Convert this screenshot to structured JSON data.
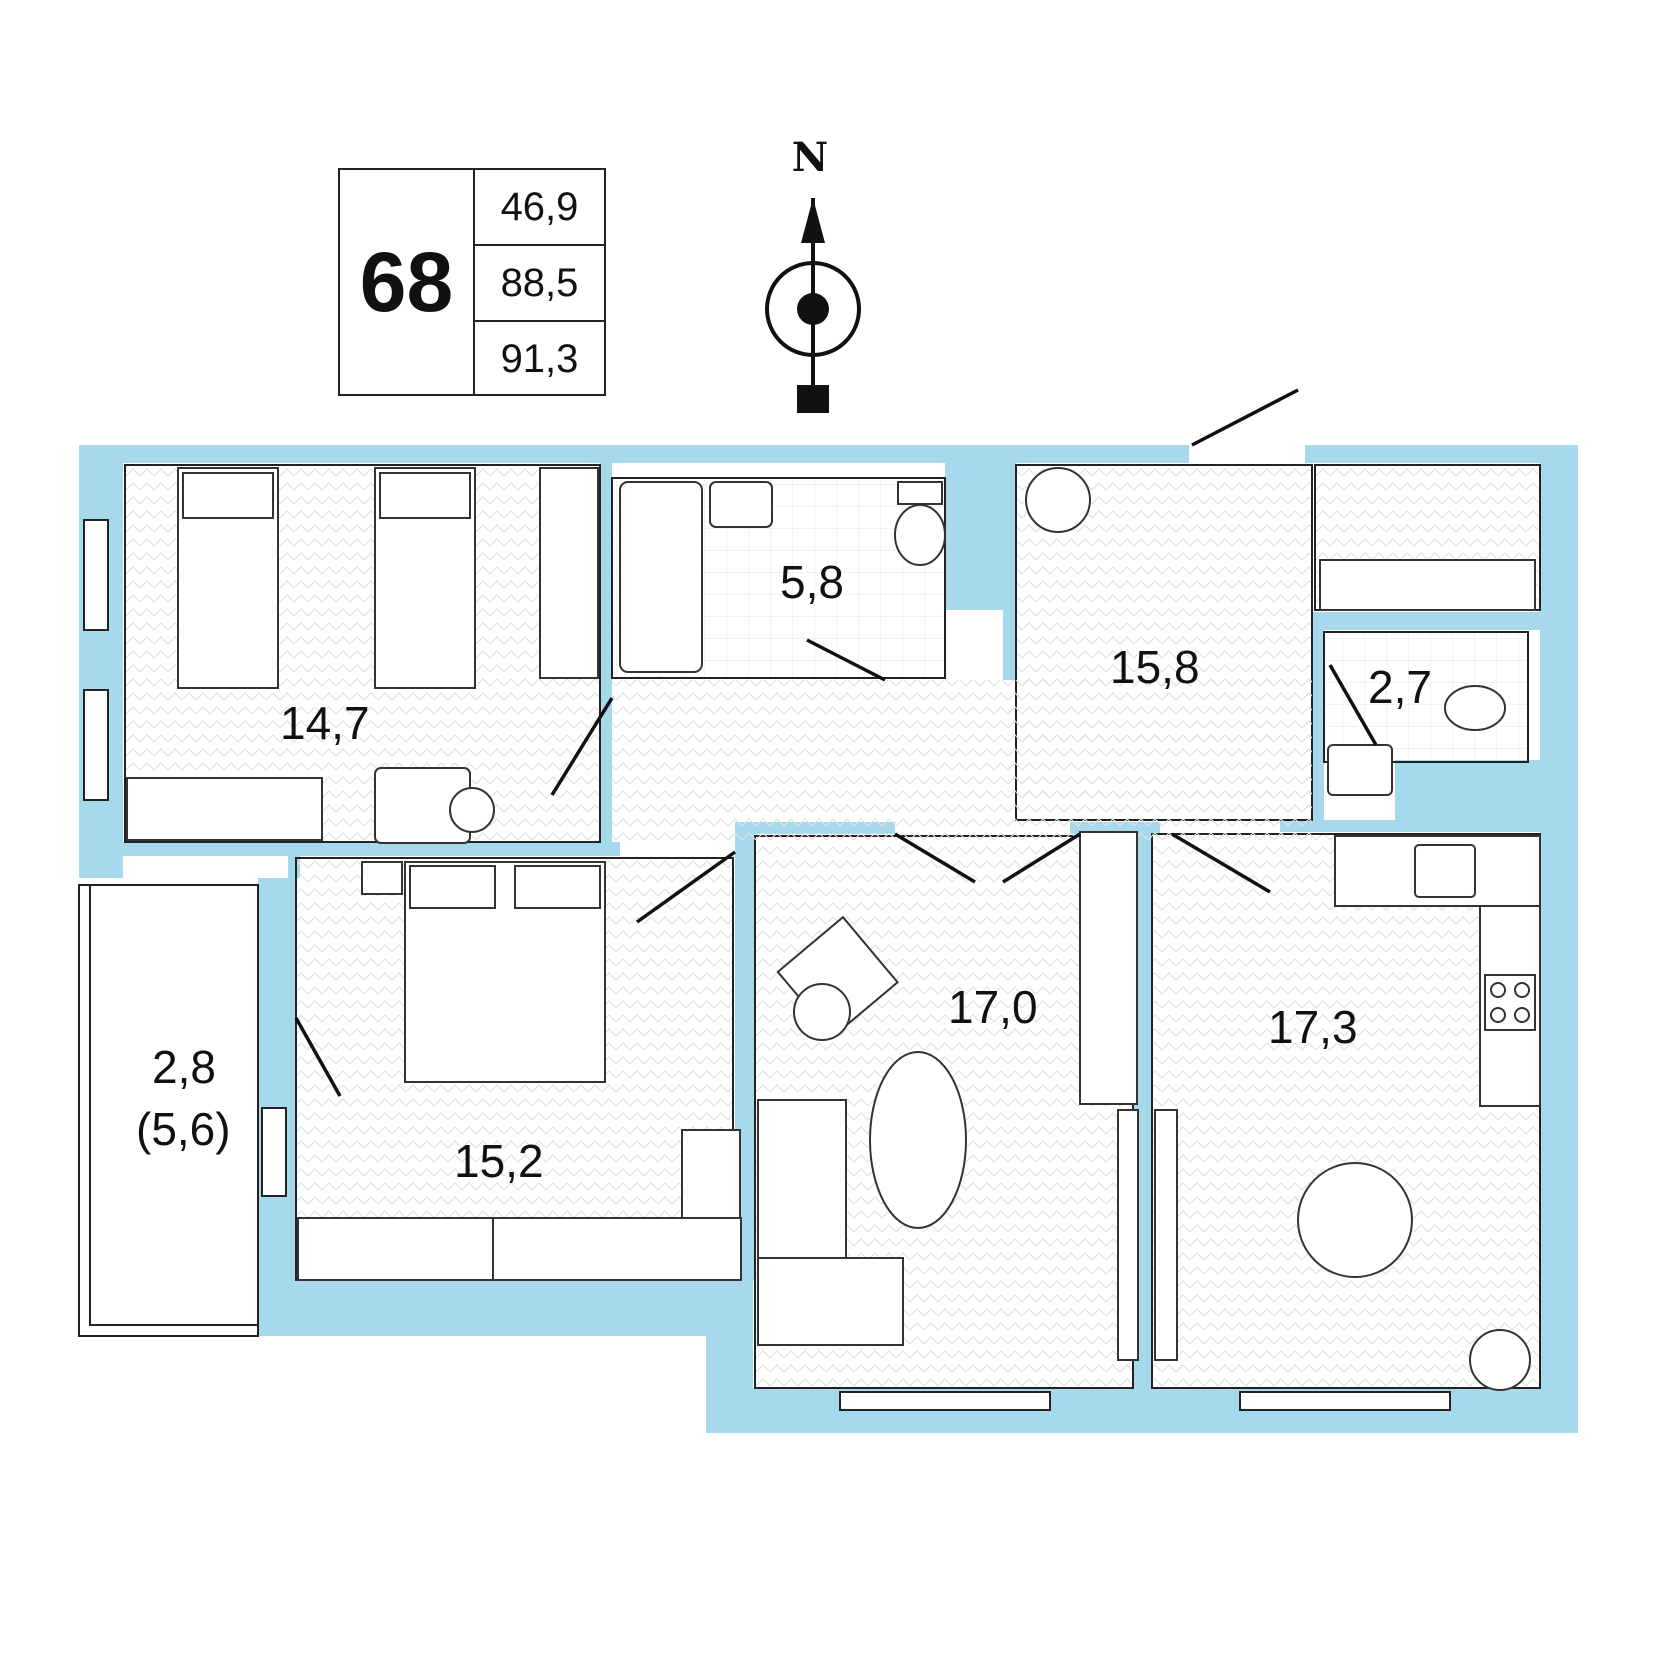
{
  "apartment": {
    "number": "68",
    "areas": [
      "46,9",
      "88,5",
      "91,3"
    ]
  },
  "compass": {
    "label": "N"
  },
  "rooms": {
    "bedroom_kids": "14,7",
    "bathroom": "5,8",
    "hallway": "15,8",
    "wc": "2,7",
    "bedroom_master": "15,2",
    "living_room": "17,0",
    "kitchen": "17,3",
    "balcony": "2,8",
    "balcony_full": "(5,6)"
  },
  "colors": {
    "wall": "#a6d9ec",
    "line": "#222222",
    "floor_pattern": "#e4e4e4"
  }
}
